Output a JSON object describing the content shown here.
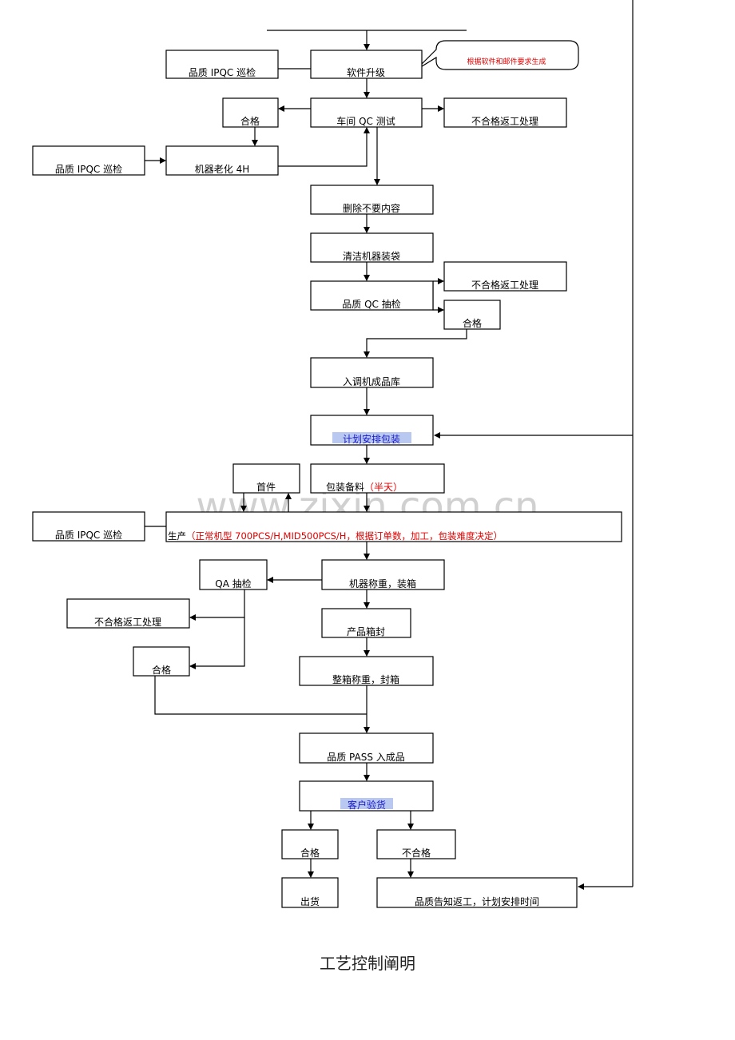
{
  "watermark": "www.zixin.com.cn",
  "caption": "工艺控制阐明",
  "callout": "根据软件和邮件要求生成",
  "boxes": {
    "software_upgrade": "软件升级",
    "iqpc_patrol_1": "品质 IPQC 巡检",
    "qualified_1": "合格",
    "workshop_qc_test": "车间 QC 测试",
    "rework_1": "不合格返工处理",
    "iqpc_patrol_2": "品质 IPQC 巡检",
    "aging_4h": "机器老化 4H",
    "delete_content": "删除不要内容",
    "clean_bag": "清洁机器装袋",
    "quality_qc_sample": "品质 QC 抽检",
    "rework_2": "不合格返工处理",
    "qualified_2": "合格",
    "warehouse_in": "入调机成品库",
    "plan_packing": "计划安排包装",
    "first_piece": "首件",
    "packing_material": "包装备料",
    "packing_material_note": "（半天）",
    "iqpc_patrol_3": "品质 IPQC 巡检",
    "production": "生产",
    "production_note": "（正常机型 700PCS/H,MID500PCS/H，根据订单数，加工，包装难度决定）",
    "weigh_box": "机器称重，装箱",
    "qa_sample": "QA 抽检",
    "rework_3": "不合格返工处理",
    "seal_box": "产品箱封",
    "qualified_3": "合格",
    "weigh_seal": "整箱称重，封箱",
    "quality_pass": "品质 PASS 入成品",
    "customer_check": "客户验货",
    "qualified_4": "合格",
    "unqualified": "不合格",
    "shipment": "出货",
    "notify_rework": "品质告知返工，计划安排时间"
  }
}
